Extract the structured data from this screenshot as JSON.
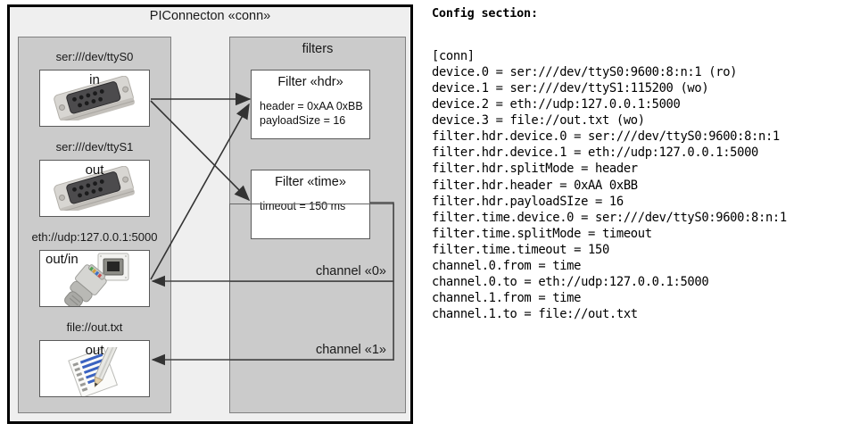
{
  "diagram": {
    "title": "PIConnecton «conn»",
    "devices_panel": {
      "devices": [
        {
          "label": "ser:///dev/ttyS0",
          "direction": "in",
          "icon": "serial-db9-connector-icon"
        },
        {
          "label": "ser:///dev/ttyS1",
          "direction": "out",
          "icon": "serial-db9-connector-icon"
        },
        {
          "label": "eth://udp:127.0.0.1:5000",
          "direction": "out/in",
          "icon": "ethernet-rj45-icon"
        },
        {
          "label": "file://out.txt",
          "direction": "out",
          "icon": "text-document-pencil-icon"
        }
      ]
    },
    "filters_panel": {
      "title": "filters",
      "filters": [
        {
          "title": "Filter «hdr»",
          "attrs": [
            "header = 0xAA 0xBB",
            "payloadSize = 16"
          ]
        },
        {
          "title": "Filter «time»",
          "attrs": [
            "timeout = 150 ms"
          ]
        }
      ],
      "channels": [
        {
          "label": "channel «0»"
        },
        {
          "label": "channel «1»"
        }
      ]
    }
  },
  "config": {
    "heading": "Config section:",
    "text": "[conn]\ndevice.0 = ser:///dev/ttyS0:9600:8:n:1 (ro)\ndevice.1 = ser:///dev/ttyS1:115200 (wo)\ndevice.2 = eth://udp:127.0.0.1:5000\ndevice.3 = file://out.txt (wo)\nfilter.hdr.device.0 = ser:///dev/ttyS0:9600:8:n:1\nfilter.hdr.device.1 = eth://udp:127.0.0.1:5000\nfilter.hdr.splitMode = header\nfilter.hdr.header = 0xAA 0xBB\nfilter.hdr.payloadSIze = 16\nfilter.time.device.0 = ser:///dev/ttyS0:9600:8:n:1\nfilter.time.splitMode = timeout\nfilter.time.timeout = 150\nchannel.0.from = time\nchannel.0.to = eth://udp:127.0.0.1:5000\nchannel.1.from = time\nchannel.1.to = file://out.txt"
  },
  "colors": {
    "frame_border": "#000000",
    "frame_fill": "#efefef",
    "panel_fill": "#cbcbcb",
    "panel_border": "#808080",
    "box_fill": "#ffffff",
    "box_border": "#5a5a5a",
    "arrow": "#333333"
  }
}
